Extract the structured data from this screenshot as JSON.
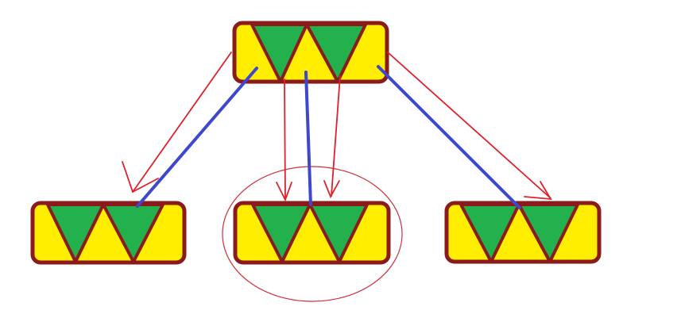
{
  "colors": {
    "background": "#ffffff",
    "block_fill": "#ffee00",
    "block_border": "#8b1a1a",
    "triangle_fill": "#22b14c",
    "red_arrow": "#e0202a",
    "blue_line": "#3f48cc",
    "ellipse": "#d0303a"
  },
  "blocks": [
    {
      "id": "top",
      "triangles": 2
    },
    {
      "id": "bottom-left",
      "triangles": 2
    },
    {
      "id": "bottom-middle",
      "triangles": 2,
      "highlighted": true
    },
    {
      "id": "bottom-right",
      "triangles": 2
    }
  ],
  "connections": [
    {
      "from": "top",
      "to": "bottom-left",
      "kind": "red-arrow"
    },
    {
      "from": "top",
      "to": "bottom-left",
      "kind": "blue-line"
    },
    {
      "from": "top",
      "to": "bottom-middle",
      "kind": "red-arrow"
    },
    {
      "from": "top",
      "to": "bottom-middle",
      "kind": "red-arrow"
    },
    {
      "from": "top",
      "to": "bottom-middle",
      "kind": "blue-line"
    },
    {
      "from": "top",
      "to": "bottom-right",
      "kind": "red-arrow"
    },
    {
      "from": "top",
      "to": "bottom-right",
      "kind": "blue-line"
    }
  ]
}
